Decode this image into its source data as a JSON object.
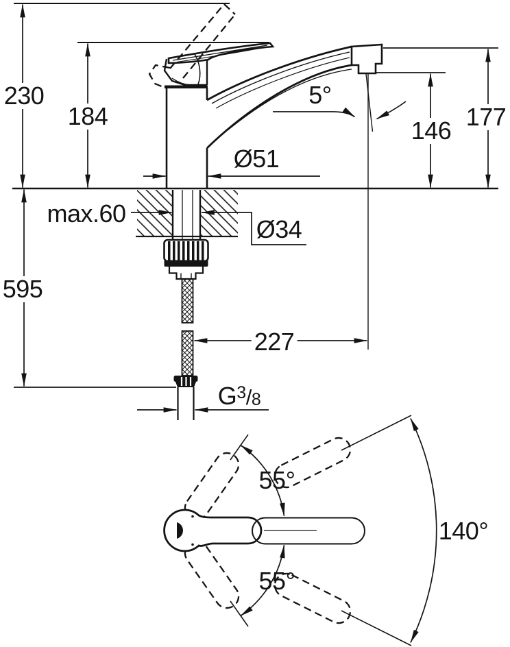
{
  "colors": {
    "ink": "#141414",
    "background": "#ffffff"
  },
  "dimensions": {
    "overall_height": "230",
    "height_to_handle": "184",
    "hose_length": "595",
    "max_mounting_thickness": "max.60",
    "base_diameter": "Ø51",
    "shank_diameter": "Ø34",
    "spout_end_angle": "5°",
    "outlet_height": "146",
    "spout_height": "177",
    "spout_reach": "227",
    "thread": {
      "prefix": "G",
      "numerator": "3",
      "slash": "/",
      "denominator": "8"
    },
    "swivel_upper": "55°",
    "swivel_lower": "55°",
    "swivel_total": "140°"
  }
}
